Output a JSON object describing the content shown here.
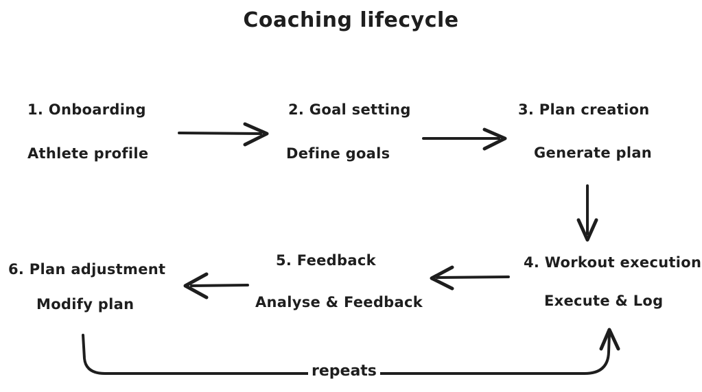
{
  "title": "Coaching lifecycle",
  "colors": {
    "stroke": "#1e1e1e",
    "background": "#ffffff"
  },
  "steps": [
    {
      "title": "1. Onboarding",
      "subtitle": "Athlete profile"
    },
    {
      "title": "2. Goal setting",
      "subtitle": "Define goals"
    },
    {
      "title": "3. Plan creation",
      "subtitle": "Generate plan"
    },
    {
      "title": "4. Workout execution",
      "subtitle": "Execute & Log"
    },
    {
      "title": "5. Feedback",
      "subtitle": "Analyse & Feedback"
    },
    {
      "title": "6. Plan adjustment",
      "subtitle": "Modify plan"
    }
  ],
  "connectors": [
    {
      "from": "1. Onboarding",
      "to": "2. Goal setting",
      "direction": "right"
    },
    {
      "from": "2. Goal setting",
      "to": "3. Plan creation",
      "direction": "right"
    },
    {
      "from": "3. Plan creation",
      "to": "4. Workout execution",
      "direction": "down"
    },
    {
      "from": "4. Workout execution",
      "to": "5. Feedback",
      "direction": "left"
    },
    {
      "from": "5. Feedback",
      "to": "6. Plan adjustment",
      "direction": "left"
    },
    {
      "from": "6. Plan adjustment",
      "to": "4. Workout execution",
      "direction": "loop",
      "label": "repeats"
    }
  ],
  "loop_label": "repeats"
}
